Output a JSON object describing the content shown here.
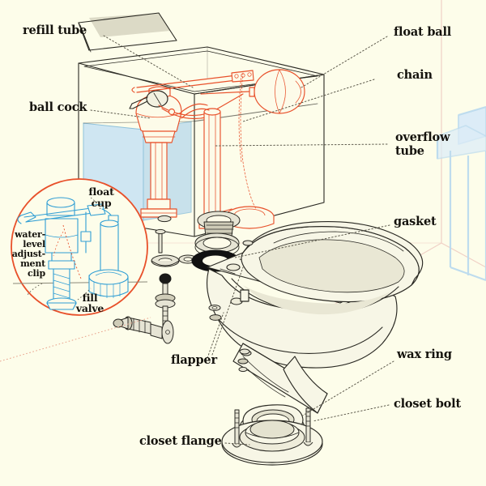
{
  "diagram": {
    "title": "toilet-parts-exploded-diagram",
    "background_color": "#fdfdea",
    "ink_color": "#1b1a16",
    "accent_color": "#e8502a",
    "water_color": "#cfe6f2",
    "inset_line_color": "#2f9ed4",
    "gasket_color": "#111111"
  },
  "labels": {
    "refill_tube": "refill tube",
    "ball_cock": "ball cock",
    "float_ball": "float ball",
    "chain": "chain",
    "overflow_tube_l1": "overflow",
    "overflow_tube_l2": "tube",
    "gasket": "gasket",
    "wax_ring": "wax ring",
    "closet_bolt": "closet bolt",
    "closet_flange": "closet flange",
    "flapper": "flapper"
  },
  "inset": {
    "name": "fill-valve-detail",
    "float_cup_l1": "float",
    "float_cup_l2": "cup",
    "water_level_l1": "water-",
    "water_level_l2": "level",
    "water_level_l3": "adjust-",
    "water_level_l4": "ment",
    "water_level_l5": "clip",
    "fill_valve_l1": "fill",
    "fill_valve_l2": "valve"
  }
}
